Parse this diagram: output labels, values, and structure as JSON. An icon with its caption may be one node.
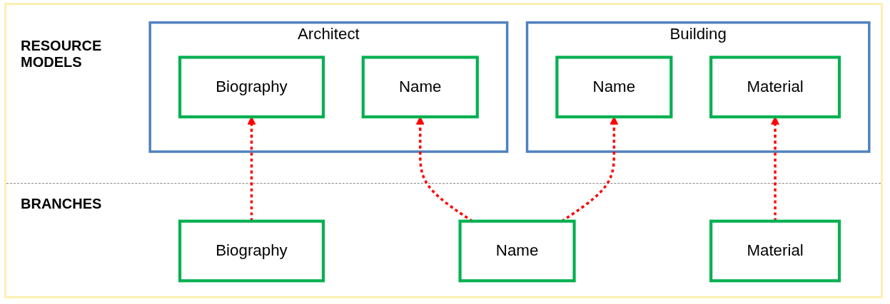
{
  "diagram": {
    "nodes": [
      {
        "text": [
          "Building"
        ]
      },
      {
        "text": [
          "Name"
        ],
        "in": 0
      },
      {
        "text": [
          "Material"
        ],
        "in": 0
      },
      {
        "text": [
          "Architect"
        ]
      },
      {
        "text": [
          "Name"
        ],
        "in": 3
      },
      {
        "text": [
          "Biography"
        ],
        "in": 3
      },
      {
        "text": [
          "Name"
        ]
      },
      {
        "text": [
          "Material"
        ]
      },
      {
        "text": [
          "Biography"
        ]
      }
    ],
    "edges": [
      {
        "from": 6,
        "to": 1,
        "arrow": "to",
        "style": "dashed",
        "color": "#ff0000"
      },
      {
        "from": 6,
        "to": 4,
        "arrow": "to",
        "style": "dashed",
        "color": "#ff0000"
      },
      {
        "from": 7,
        "to": 2,
        "arrow": "to",
        "style": "dashed",
        "color": "#ff0000"
      },
      {
        "from": 8,
        "to": 5,
        "arrow": "to",
        "style": "dashed",
        "color": "#ff0000"
      }
    ],
    "labels": [
      "RESOURCE MODELS",
      "BRANCHES"
    ]
  }
}
